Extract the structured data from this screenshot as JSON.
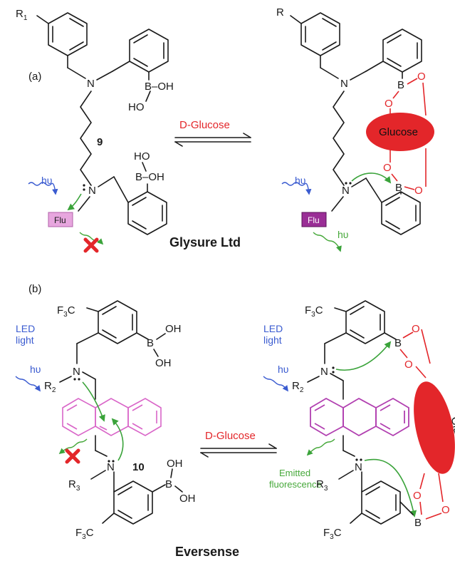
{
  "panel_a": {
    "label": "(a)",
    "r1": "R",
    "r1_sub": "1",
    "compound": "9",
    "reagent": "D-Glucose",
    "flu": "Flu",
    "hv": "hυ",
    "company": "Glysure Ltd",
    "product_r": "R",
    "glucose": "Glucose",
    "boh_top": "B–OH",
    "ho_top": "HO",
    "ho_bottom": "HO",
    "boh_bottom": "B–OH",
    "n": "N",
    "b": "B",
    "o": "O"
  },
  "panel_b": {
    "label": "(b)",
    "cf3": "F",
    "cf3_pre": "F",
    "led": "LED",
    "light": "light",
    "compound": "10",
    "reagent": "D-Glucose",
    "hv": "hυ",
    "r2": "R",
    "r2_sub": "2",
    "r3": "R",
    "r3_sub": "3",
    "oh": "OH",
    "b": "B",
    "emitted": "Emitted",
    "fluorescence": "fluorescence",
    "glucose": "Glucose",
    "company": "Eversense",
    "n": "N",
    "o": "O"
  },
  "colors": {
    "red": "#e3262a",
    "green": "#46a83a",
    "blue": "#3a5bd0",
    "pink": "#d965c8",
    "magenta": "#b13fb0",
    "glucose_fill": "#e3262a"
  }
}
